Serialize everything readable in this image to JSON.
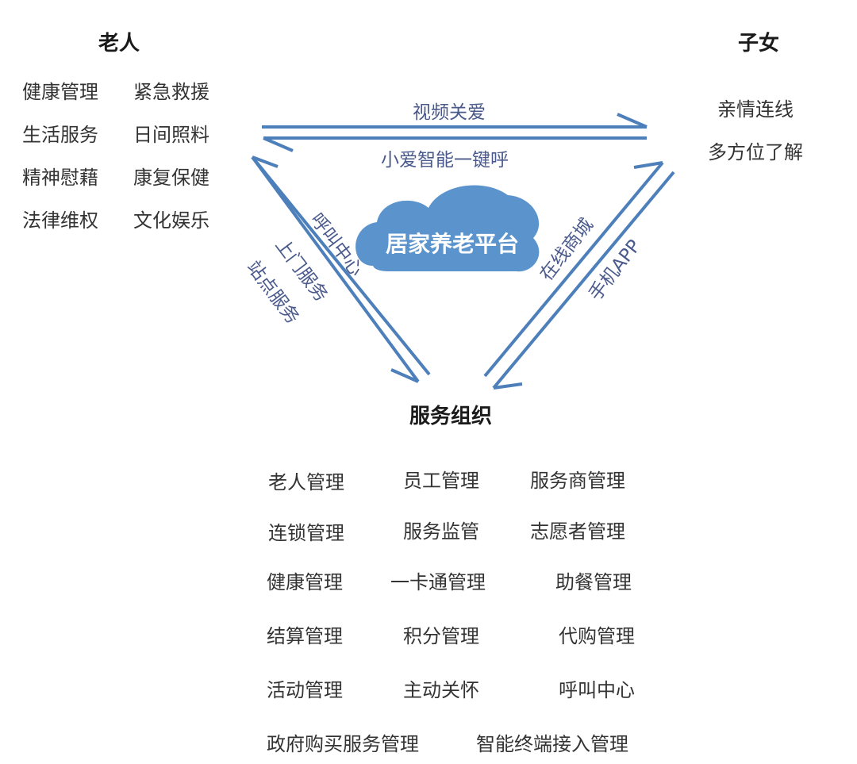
{
  "nodes": {
    "elderly": {
      "title": "老人",
      "items": [
        "健康管理",
        "紧急救援",
        "生活服务",
        "日间照料",
        "精神慰藉",
        "康复保健",
        "法律维权",
        "文化娱乐"
      ]
    },
    "children": {
      "title": "子女",
      "items": [
        "亲情连线",
        "多方位了解"
      ]
    },
    "service_org": {
      "title": "服务组织",
      "items": [
        "老人管理",
        "员工管理",
        "服务商管理",
        "连锁管理",
        "服务监管",
        "志愿者管理",
        "健康管理",
        "一卡通管理",
        "助餐管理",
        "结算管理",
        "积分管理",
        "代购管理",
        "活动管理",
        "主动关怀",
        "呼叫中心",
        "政府购买服务管理",
        "智能终端接入管理"
      ]
    }
  },
  "center": {
    "label": "居家养老平台"
  },
  "edges": {
    "top": [
      "视频关爱",
      "小爱智能一键呼"
    ],
    "left": [
      "呼叫中心",
      "上门服务",
      "站点服务"
    ],
    "right": [
      "在线商城",
      "手机APP"
    ]
  },
  "colors": {
    "arrow": "#4d7fba",
    "cloud": "#5b93cc",
    "edge_text": "#4a5a8c"
  }
}
